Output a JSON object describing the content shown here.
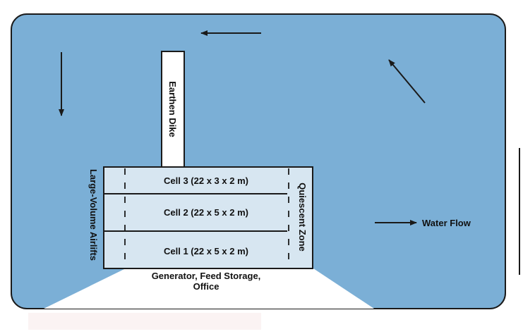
{
  "labels": {
    "earthen_dike": "Earthen Dike",
    "airlifts": "Large-Volume Airlifts",
    "quiescent": "Quiescent Zone",
    "water_flow": "Water Flow",
    "shore_line1": "Generator, Feed Storage,",
    "shore_line2": "Office"
  },
  "cells": [
    {
      "label": "Cell 3 (22 x 3 x 2 m)"
    },
    {
      "label": "Cell 2 (22 x 5 x 2 m)"
    },
    {
      "label": "Cell 1 (22 x 5 x 2 m)"
    }
  ],
  "colors": {
    "pond_water": "#7bafd6",
    "cell_fill": "#d7e6f1",
    "outline": "#1a1a1a",
    "land": "#ffffff"
  }
}
